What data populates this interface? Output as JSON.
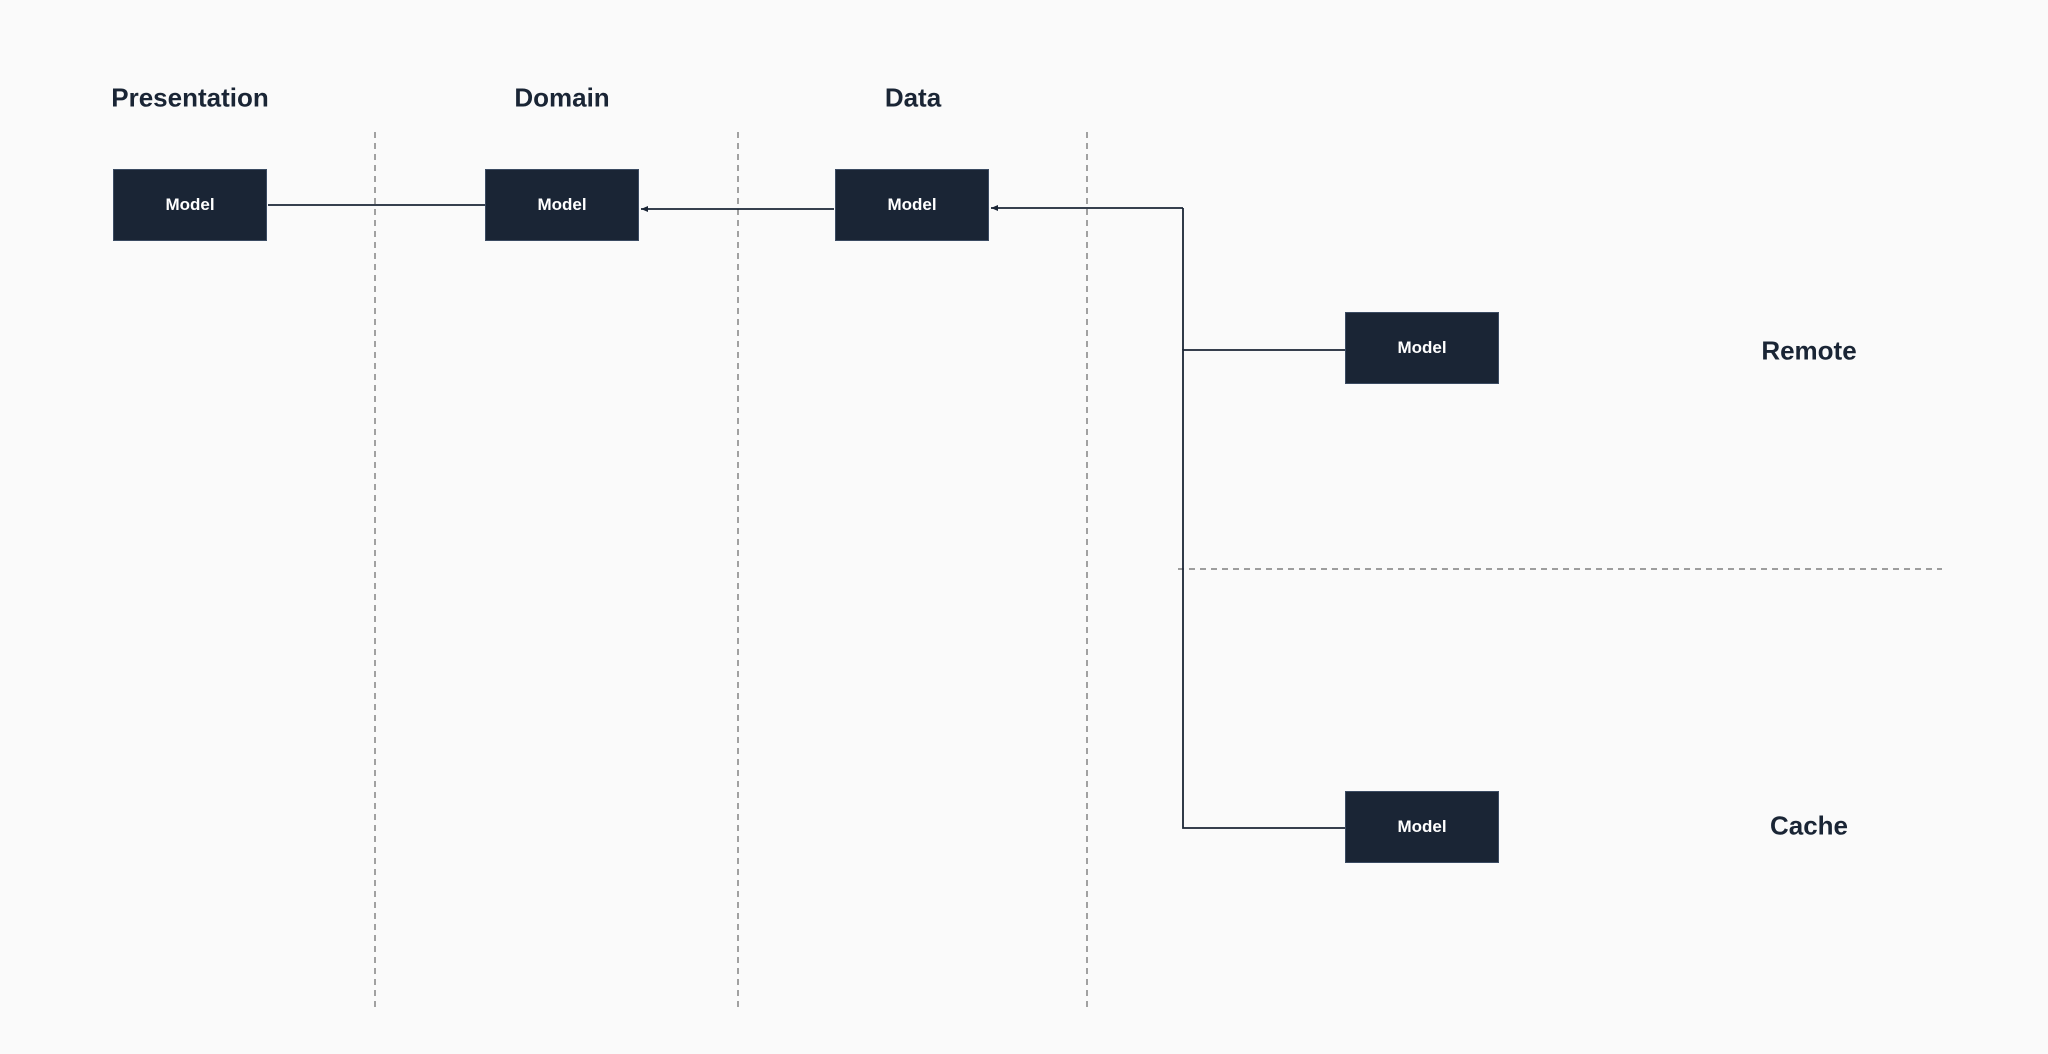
{
  "layers": {
    "presentation": "Presentation",
    "domain": "Domain",
    "data": "Data"
  },
  "sources": {
    "remote": "Remote",
    "cache": "Cache"
  },
  "boxes": {
    "presentation_model": "Model",
    "domain_model": "Model",
    "data_model": "Model",
    "remote_model": "Model",
    "cache_model": "Model"
  },
  "colors": {
    "background": "#fafafa",
    "box_fill": "#1a2535",
    "box_text": "#ffffff",
    "heading_text": "#1a2535",
    "line": "#1a2535",
    "divider": "#666666"
  }
}
